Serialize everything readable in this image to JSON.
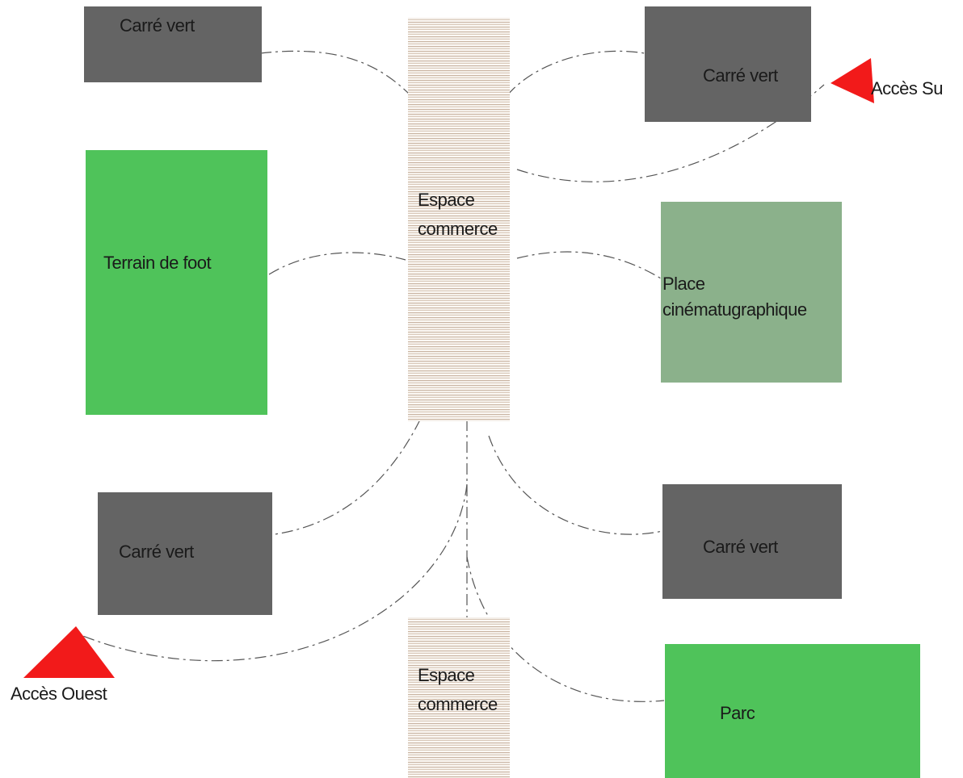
{
  "colors": {
    "gray": "#646464",
    "green": "#4fc35a",
    "sage": "#8bb18b",
    "access": "#f21a1a",
    "link": "#555555"
  },
  "zones": {
    "carre_vert_nw": "Carré vert",
    "carre_vert_ne": "Carré vert",
    "terrain": "Terrain de foot",
    "espace_commerce_top": [
      "Espace",
      "commerce"
    ],
    "place": [
      "Place",
      "cinématugraphique"
    ],
    "carre_vert_sw": "Carré vert",
    "carre_vert_se": "Carré vert",
    "espace_commerce_bottom": [
      "Espace",
      "commerce"
    ],
    "parc": "Parc"
  },
  "access": {
    "sud": "Accès Su",
    "ouest": "Accès Ouest"
  }
}
